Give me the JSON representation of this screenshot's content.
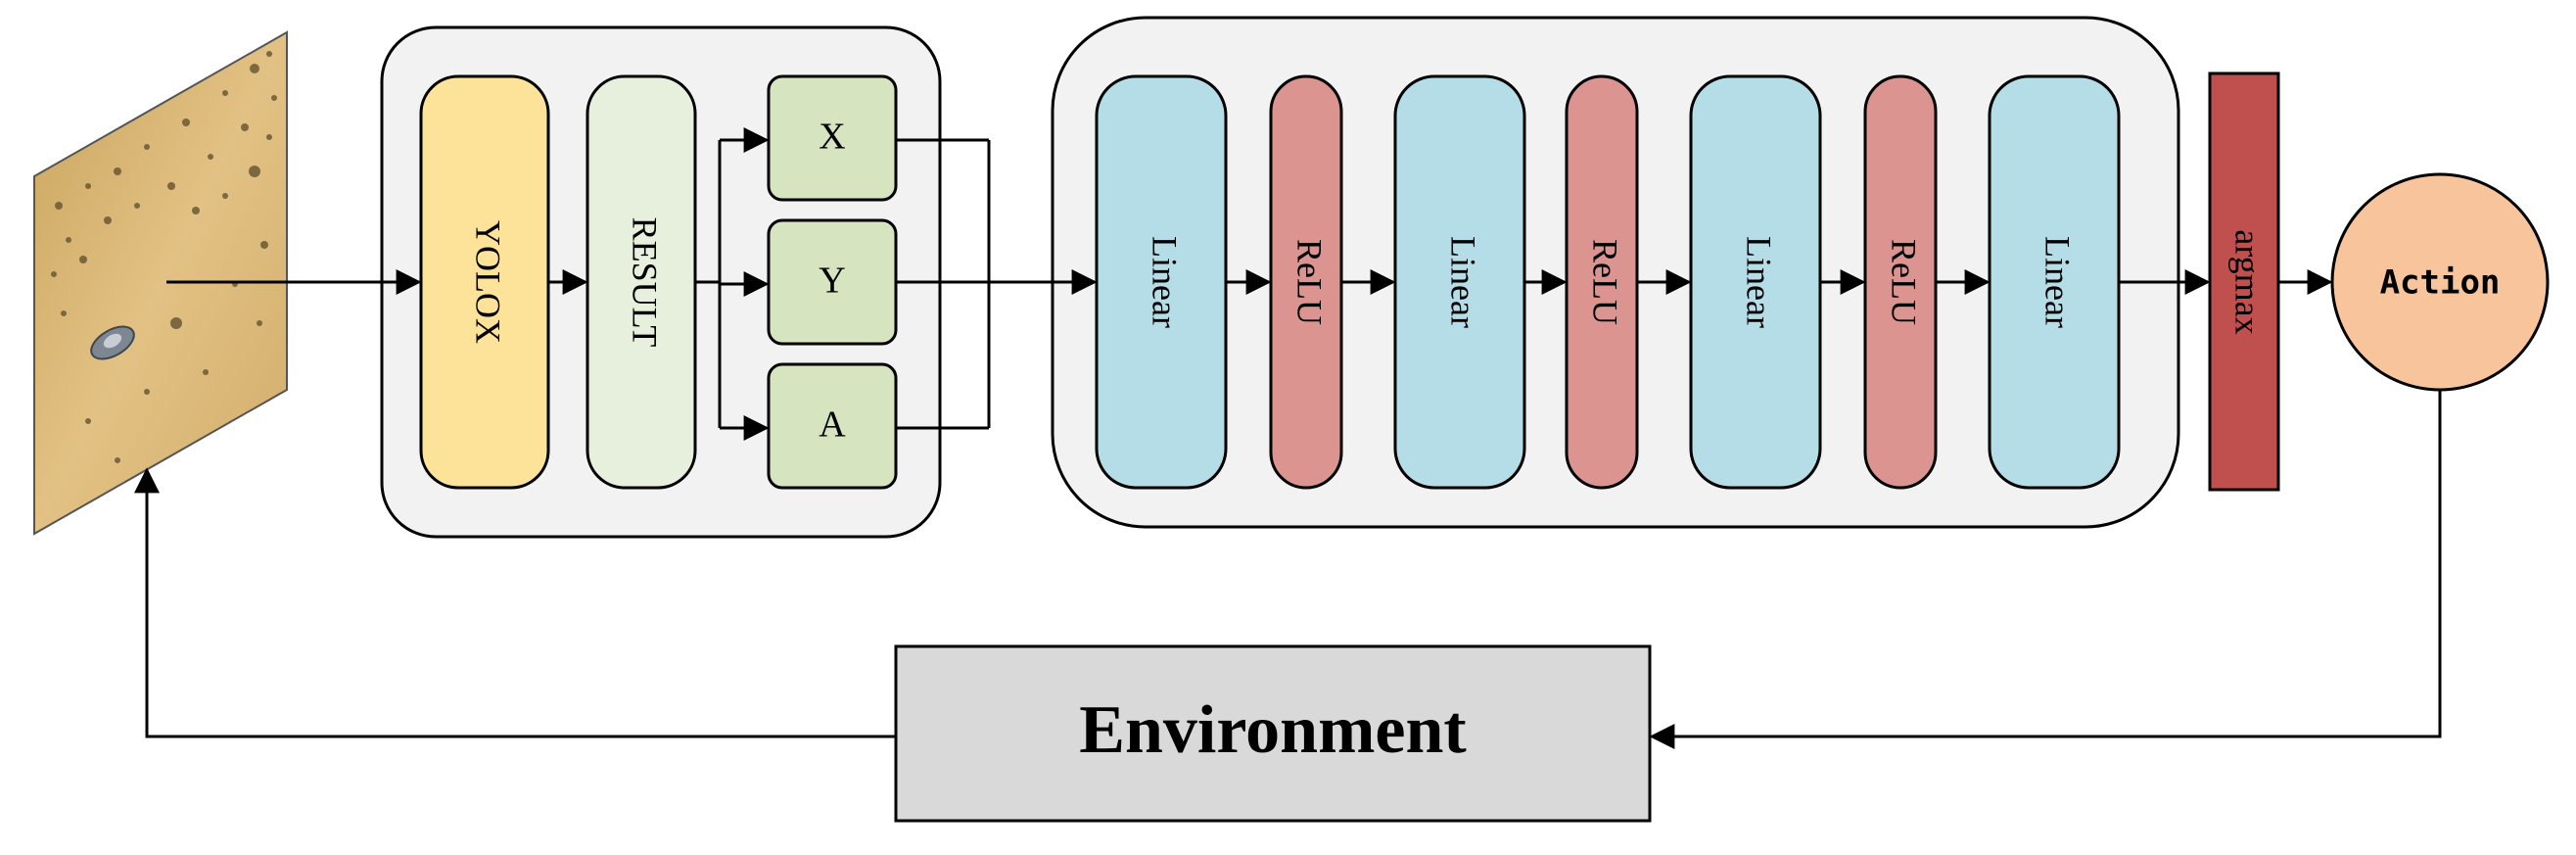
{
  "colors": {
    "yolox": "#fde39a",
    "result": "#e7efdd",
    "xya": "#d6e4bf",
    "linear": "#b5dde8",
    "relu": "#dc9490",
    "argmax": "#c0504d",
    "action": "#f8c49c",
    "environment": "#d9d9d9",
    "group": "#f2f2f2",
    "stroke": "#000000"
  },
  "detector": {
    "yolox_label": "YOLOX",
    "result_label": "RESULT",
    "outputs": [
      "X",
      "Y",
      "A"
    ]
  },
  "mlp": {
    "layers": [
      "Linear",
      "ReLU",
      "Linear",
      "ReLU",
      "Linear",
      "ReLU",
      "Linear"
    ]
  },
  "argmax_label": "argmax",
  "action_label": "Action",
  "environment_label": "Environment",
  "observation_image_icon": "aerial-desert-vehicle-image"
}
